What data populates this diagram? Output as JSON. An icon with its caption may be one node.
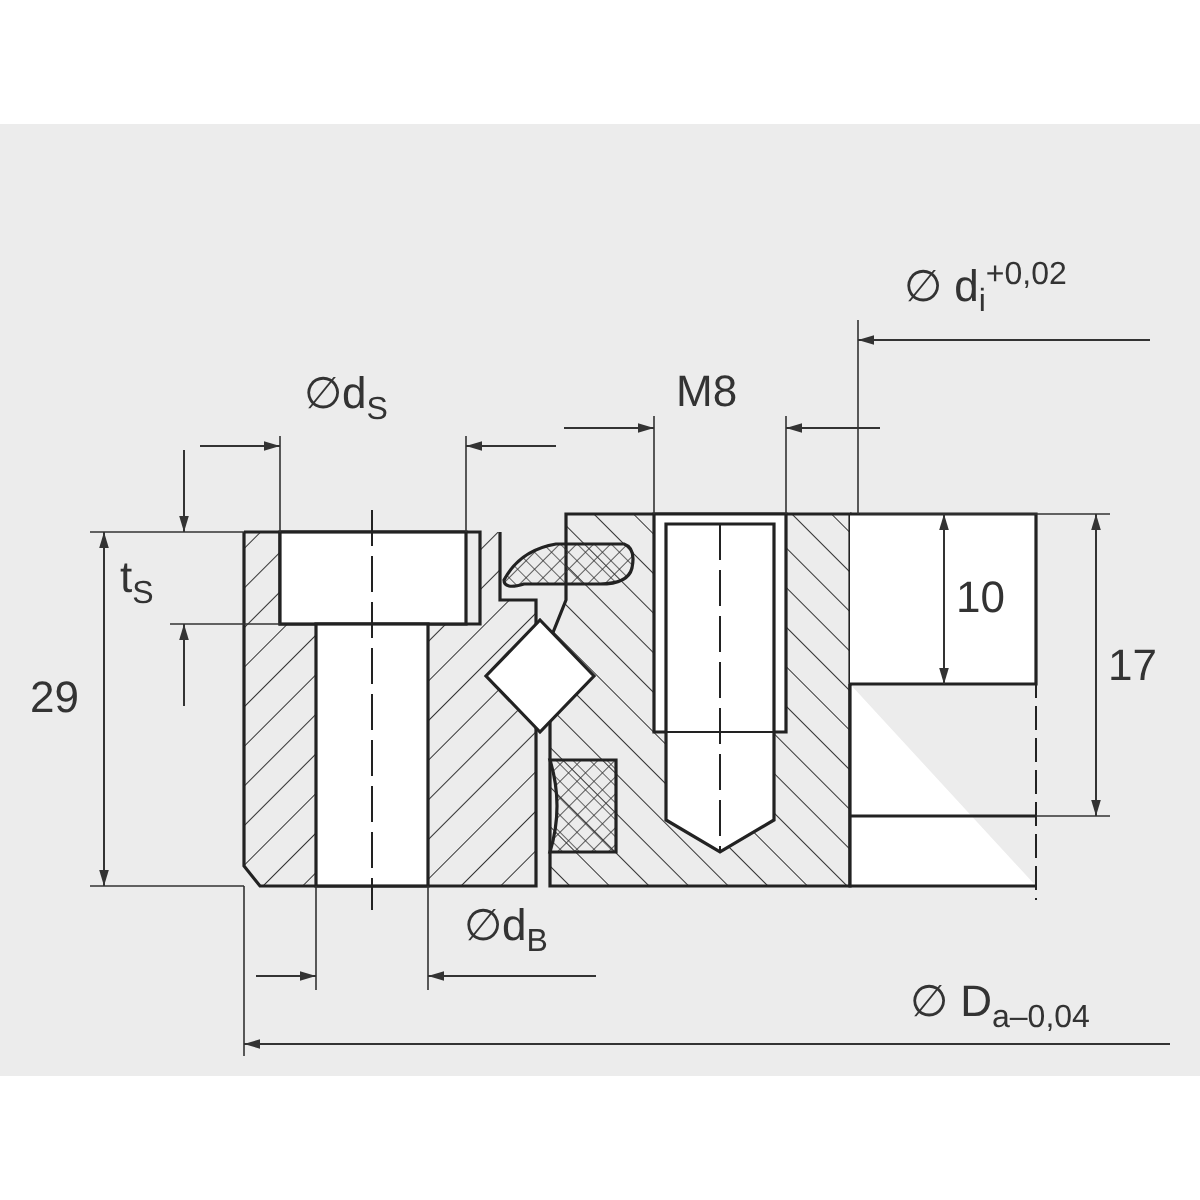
{
  "diagram": {
    "labels": [
      "∅ d$_{i}$$^{+0,02}$",
      "∅d$_{S}$",
      "M8",
      "t$_{S}$",
      "10",
      "17",
      "29",
      "∅d$_{B}$",
      "∅ D$_{a–0,04}$"
    ]
  }
}
